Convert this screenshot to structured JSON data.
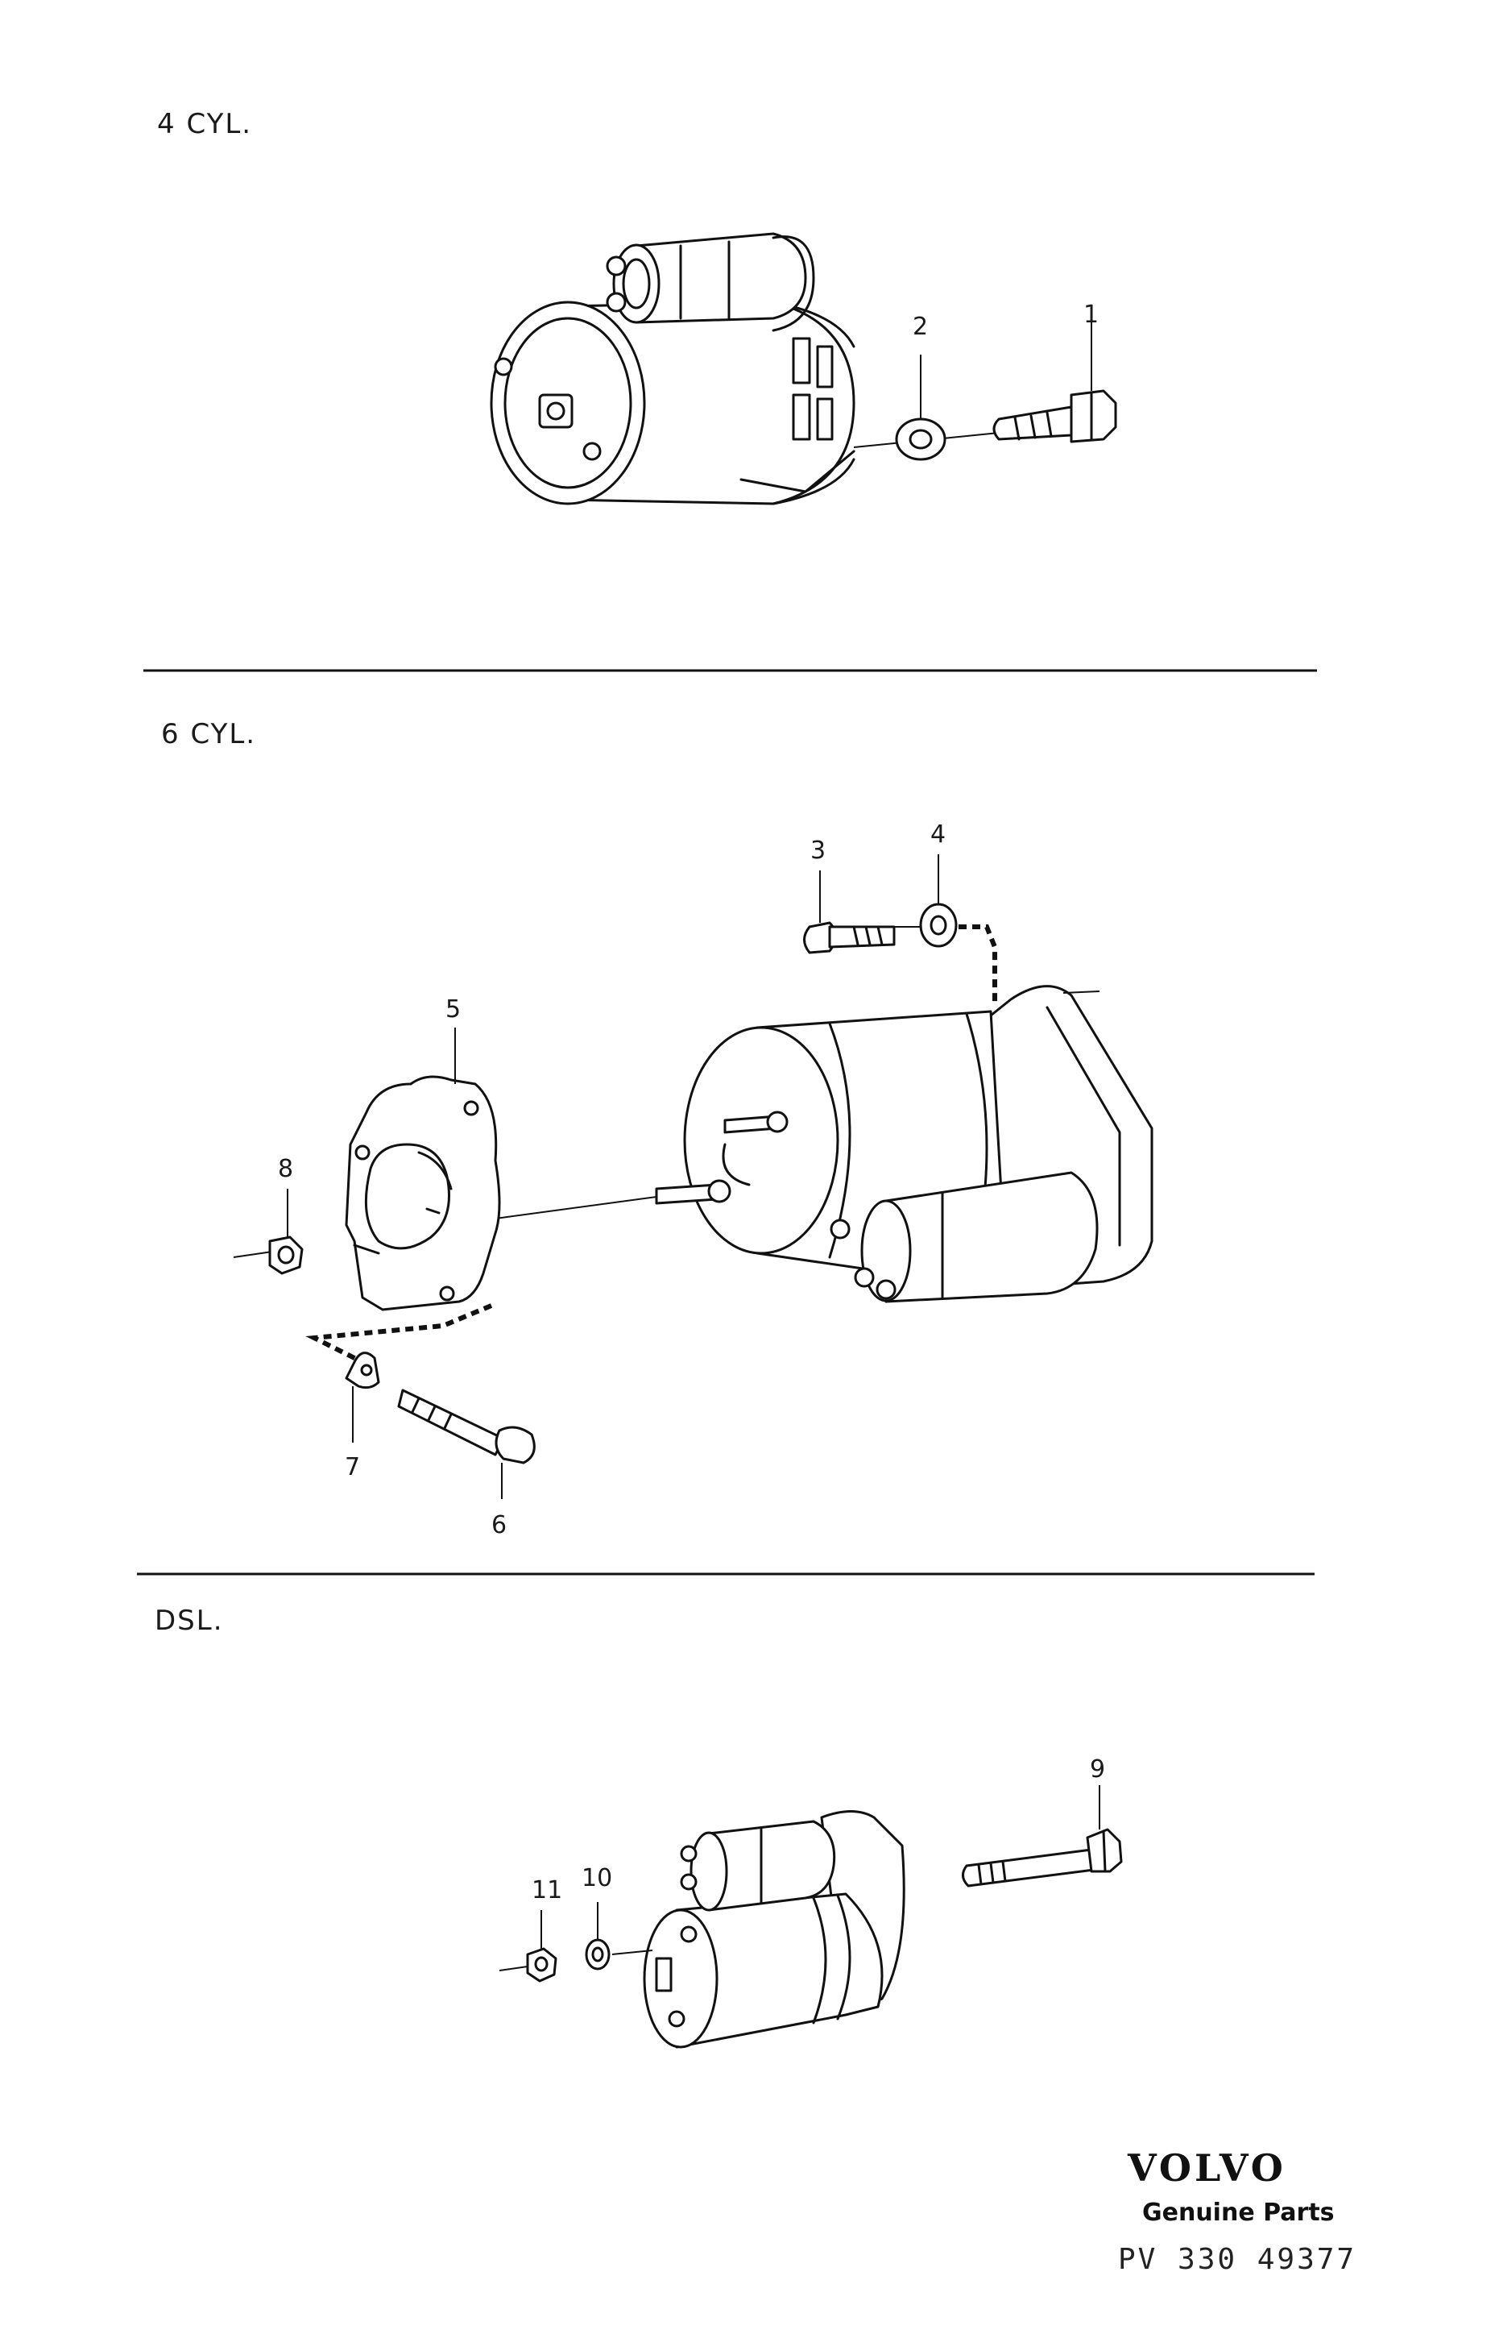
{
  "sections": [
    {
      "label": "4 CYL."
    },
    {
      "label": "6 CYL."
    },
    {
      "label": "DSL."
    }
  ],
  "callouts": [
    "1",
    "2",
    "3",
    "4",
    "5",
    "6",
    "7",
    "8",
    "9",
    "10",
    "11"
  ],
  "footer": {
    "brand": "VOLVO",
    "subtitle": "Genuine Parts",
    "part_number": "PV 330 49377"
  },
  "icons": [
    "starter-motor-4cyl-icon",
    "starter-motor-6cyl-icon",
    "starter-motor-dsl-icon",
    "bolt-icon",
    "washer-icon",
    "nut-icon",
    "end-cover-icon",
    "clip-icon"
  ]
}
